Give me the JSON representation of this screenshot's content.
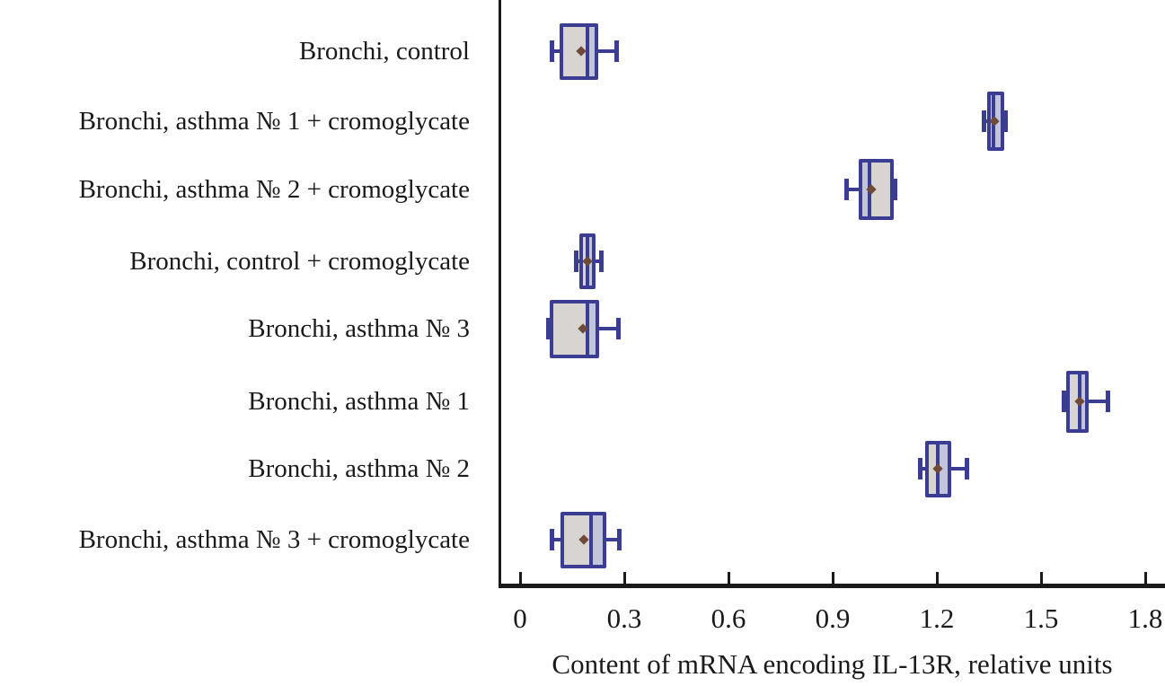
{
  "chart_data": {
    "type": "boxplot-horizontal",
    "title": "",
    "xlabel": "Content of mRNA encoding IL-13R, relative units",
    "ylabel": "",
    "xlim": [
      -0.06,
      1.86
    ],
    "grid": false,
    "legend": "none",
    "xticks": [
      0,
      0.3,
      0.6,
      0.9,
      1.2,
      1.5,
      1.8
    ],
    "xtick_labels": [
      "0",
      "0.3",
      "0.6",
      "0.9",
      "1.2",
      "1.5",
      "1.8"
    ],
    "categories": [
      "Bronchi, control",
      "Bronchi, asthma № 1 + cromoglycate",
      "Bronchi, asthma № 2 + cromoglycate",
      "Bronchi, control + cromoglycate",
      "Bronchi, asthma № 3",
      "Bronchi, asthma № 1",
      "Bronchi, asthma № 2",
      "Bronchi, asthma № 3 + cromoglycate"
    ],
    "series": [
      {
        "label": "Bronchi, control",
        "whisker_low": 0.09,
        "q1": 0.12,
        "median": 0.195,
        "q3": 0.22,
        "whisker_high": 0.28,
        "mean": 0.175,
        "highlight_side": "right"
      },
      {
        "label": "Bronchi, asthma № 1 + cromoglycate",
        "whisker_low": 1.335,
        "q1": 1.35,
        "median": 1.362,
        "q3": 1.39,
        "whisker_high": 1.4,
        "mean": 1.365,
        "highlight_side": "right"
      },
      {
        "label": "Bronchi, asthma № 2 + cromoglycate",
        "whisker_low": 0.94,
        "q1": 0.98,
        "median": 1.005,
        "q3": 1.07,
        "whisker_high": 1.08,
        "mean": 1.012,
        "highlight_side": "left"
      },
      {
        "label": "Bronchi, control + cromoglycate",
        "whisker_low": 0.16,
        "q1": 0.175,
        "median": 0.193,
        "q3": 0.212,
        "whisker_high": 0.235,
        "mean": 0.193,
        "highlight_side": "right"
      },
      {
        "label": "Bronchi, asthma № 3",
        "whisker_low": 0.08,
        "q1": 0.09,
        "median": 0.195,
        "q3": 0.222,
        "whisker_high": 0.285,
        "mean": 0.18,
        "highlight_side": "right"
      },
      {
        "label": "Bronchi, asthma № 1",
        "whisker_low": 1.565,
        "q1": 1.578,
        "median": 1.612,
        "q3": 1.633,
        "whisker_high": 1.695,
        "mean": 1.612,
        "highlight_side": "right"
      },
      {
        "label": "Bronchi, asthma № 2",
        "whisker_low": 1.15,
        "q1": 1.172,
        "median": 1.202,
        "q3": 1.236,
        "whisker_high": 1.287,
        "mean": 1.202,
        "highlight_side": "right"
      },
      {
        "label": "Bronchi, asthma № 3 + cromoglycate",
        "whisker_low": 0.09,
        "q1": 0.122,
        "median": 0.205,
        "q3": 0.242,
        "whisker_high": 0.286,
        "mean": 0.184,
        "highlight_side": "right"
      }
    ],
    "colors": {
      "box_border": "#3a3d92",
      "box_fill": "#d7d4d1",
      "box_highlight": "#c2c3dd",
      "mean_marker": "#6f4a39",
      "axis": "#1a1a1a",
      "background": "#ffffff"
    }
  }
}
